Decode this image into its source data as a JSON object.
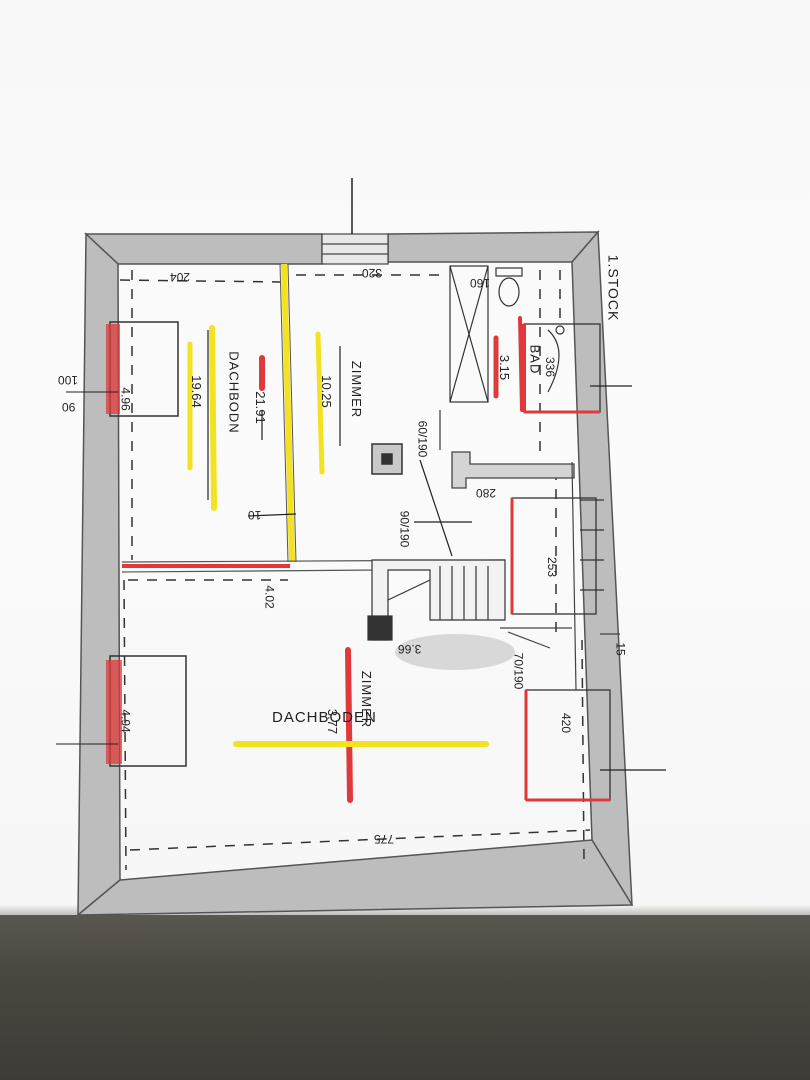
{
  "floor_label": "1.STOCK",
  "rooms": {
    "dachboden_left": {
      "name": "DACHBODN",
      "area": "19.64",
      "area2": "21.91"
    },
    "zimmer_top": {
      "name": "ZIMMER",
      "area": "10.25"
    },
    "bad": {
      "name": "BAD",
      "value": "3.15"
    },
    "dachboden_bottom": {
      "name": "DACHBODEN"
    },
    "zimmer_bottom": {
      "name": "ZIMMER",
      "area": "3.77"
    }
  },
  "dimensions": {
    "d204": "204",
    "d320": "320",
    "d160": "160",
    "d336": "336",
    "d100": "100",
    "d90": "90",
    "d496": "4.96",
    "d60_190": "60/190",
    "d90_190": "90/190",
    "d280": "280",
    "d10": "10",
    "d253": "253",
    "d402": "4.02",
    "d366": "3.66",
    "d70_190": "70/190",
    "d15": "15",
    "d494": "4.94",
    "d420": "420",
    "d775": "775"
  },
  "colors": {
    "wall": "#b9b9b9",
    "red": "#e0393b",
    "yellow": "#f2e221",
    "ink": "#2a2a2a"
  }
}
